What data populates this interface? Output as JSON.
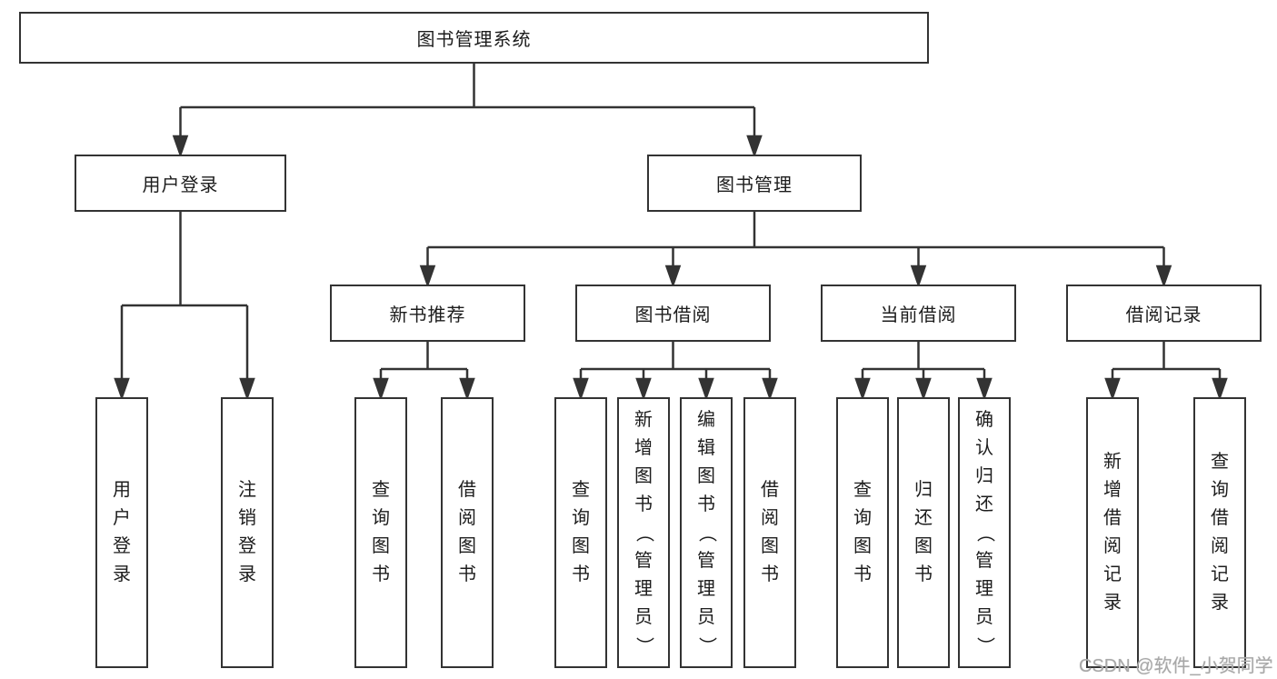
{
  "diagram": {
    "type": "hierarchy-tree",
    "root": {
      "label": "图书管理系统",
      "children": [
        {
          "label": "用户登录",
          "children": [
            {
              "label": "用户登录"
            },
            {
              "label": "注销登录"
            }
          ]
        },
        {
          "label": "图书管理",
          "children": [
            {
              "label": "新书推荐",
              "children": [
                {
                  "label": "查询图书"
                },
                {
                  "label": "借阅图书"
                }
              ]
            },
            {
              "label": "图书借阅",
              "children": [
                {
                  "label": "查询图书"
                },
                {
                  "label": "新增图书（管理员）"
                },
                {
                  "label": "编辑图书（管理员）"
                },
                {
                  "label": "借阅图书"
                }
              ]
            },
            {
              "label": "当前借阅",
              "children": [
                {
                  "label": "查询图书"
                },
                {
                  "label": "归还图书"
                },
                {
                  "label": "确认归还（管理员）"
                }
              ]
            },
            {
              "label": "借阅记录",
              "children": [
                {
                  "label": "新增借阅记录"
                },
                {
                  "label": "查询借阅记录"
                }
              ]
            }
          ]
        }
      ]
    }
  },
  "watermark": {
    "text": "CSDN @软件_小贺同学"
  },
  "colors": {
    "background": "#ffffff",
    "line": "#333333",
    "box_border": "#333333",
    "text": "#1c1c1c",
    "watermark": "#a8a8a8"
  }
}
